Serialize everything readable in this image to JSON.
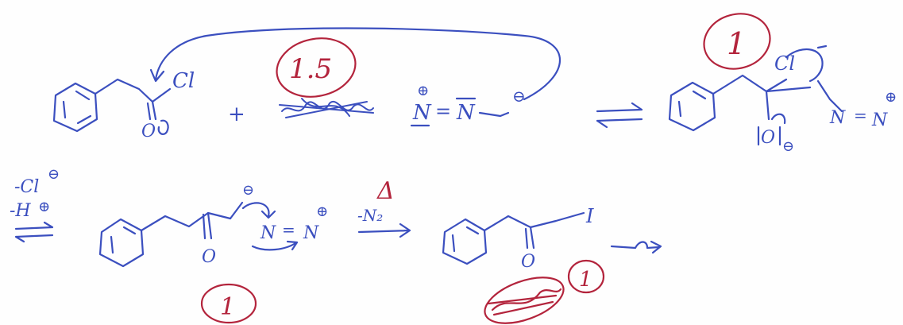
{
  "colors": {
    "blue_ink": "#3b4fbf",
    "red_ink": "#b3243c",
    "paper": "#fefefe"
  },
  "equivalents": {
    "reagent_top": "1.5",
    "product_top_right": "1",
    "intermediate_bottom": "1",
    "product_bottom": "1"
  },
  "labels": {
    "plus": "+",
    "cl": "Cl",
    "o_top": "O",
    "cl_intermediate": "Cl",
    "o_intermediate": "O",
    "neg_charge": "⊖",
    "pos_charge": "⊕",
    "n_left": "N",
    "n_right": "N",
    "equals": "=",
    "minus_cl": "-Cl",
    "minus_h": "-H",
    "heat": "Δ",
    "minus_n2": "-N₂",
    "o_bottom": "O",
    "o_product": "O",
    "iodine_end": "I"
  },
  "arrows": {
    "equilibrium_top": "equilibrium",
    "equilibrium_bottom_left": "equilibrium",
    "reaction_arrow_middle": "forward",
    "reaction_arrow_right": "forward"
  }
}
